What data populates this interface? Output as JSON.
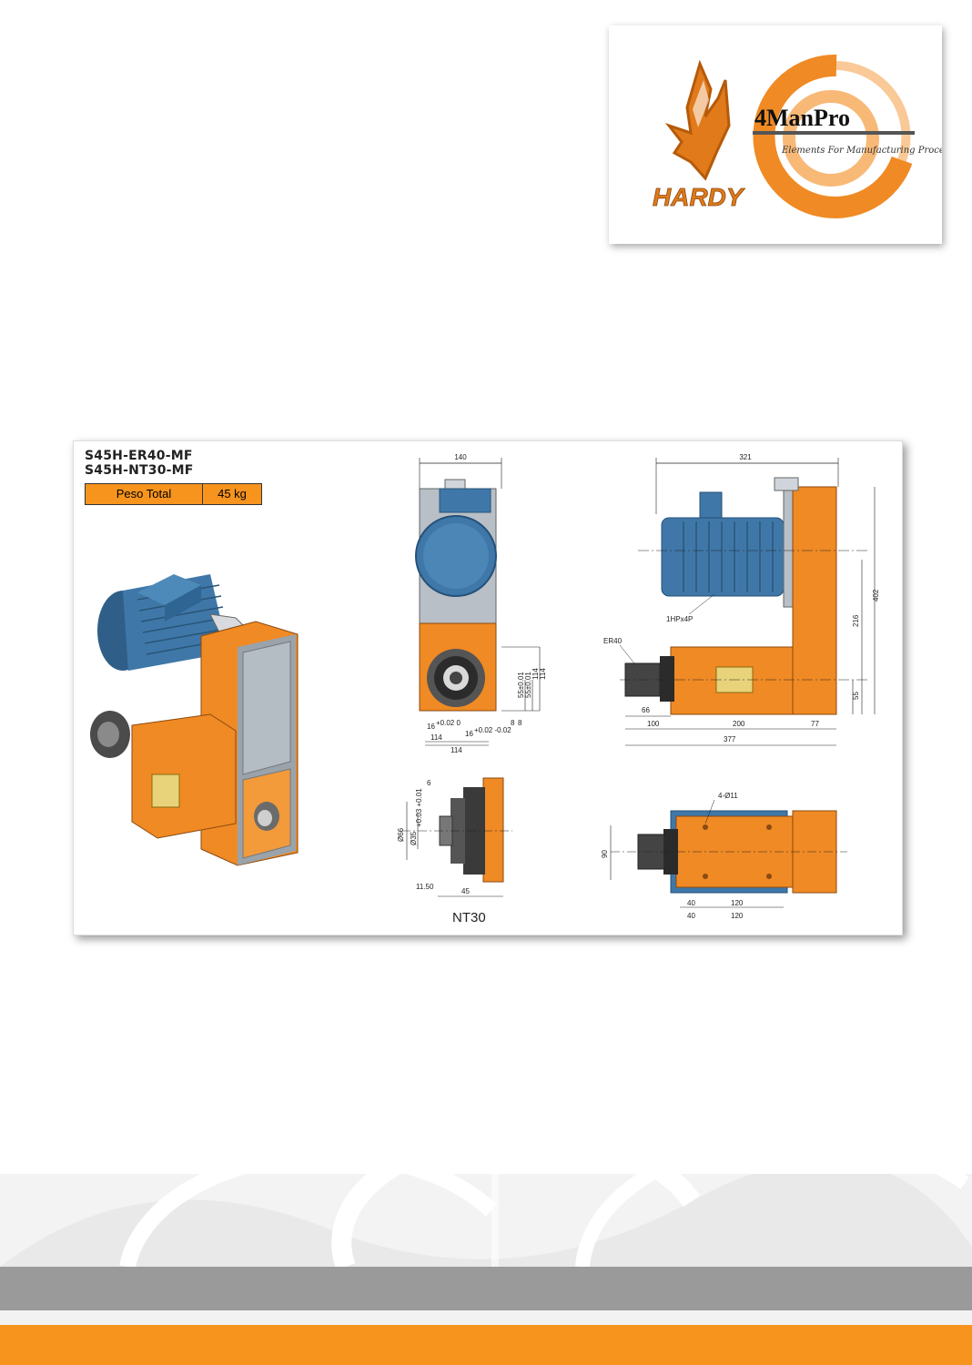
{
  "logos": {
    "hardy_text": "HARDY",
    "manpro_text": "4ManPro",
    "manpro_tagline": "Elements For Manufacturing Processes"
  },
  "sheet": {
    "models": [
      "S45H-ER40-MF",
      "S45H-NT30-MF"
    ],
    "weight_label": "Peso Total",
    "weight_value": "45 kg",
    "front_view": {
      "width": "140",
      "h1": "55±0.01",
      "h2": "55±0.01",
      "h3": "114",
      "h4": "114",
      "bottom1": "8",
      "bottom2": "8",
      "d16a": "16",
      "d16a_tol": "+0.02 0",
      "d16b": "16",
      "d16b_tol": "+0.02 -0.02",
      "w114a": "114",
      "w114b": "114"
    },
    "side_view": {
      "length_top": "321",
      "height_total": "402",
      "height_mid": "216",
      "height_low": "55",
      "motor_label": "1HPx4P",
      "collet_label": "ER40",
      "d66": "66",
      "d100": "100",
      "d200": "200",
      "d77": "77",
      "d377": "377"
    },
    "nt30_view": {
      "d6": "6",
      "dia66": "Ø66",
      "dia35": "Ø35",
      "dia35_tol": "+0.03 +0.01",
      "d1150": "11.50",
      "d45": "45",
      "label": "NT30"
    },
    "top_view": {
      "holes": "4-Ø11",
      "h90": "90",
      "d40a": "40",
      "d120a": "120",
      "d40b": "40",
      "d120b": "120"
    }
  },
  "colors": {
    "orange": "#f7941d",
    "motor_blue": "#3f78a8",
    "footer_gray": "#9a9a9a"
  }
}
